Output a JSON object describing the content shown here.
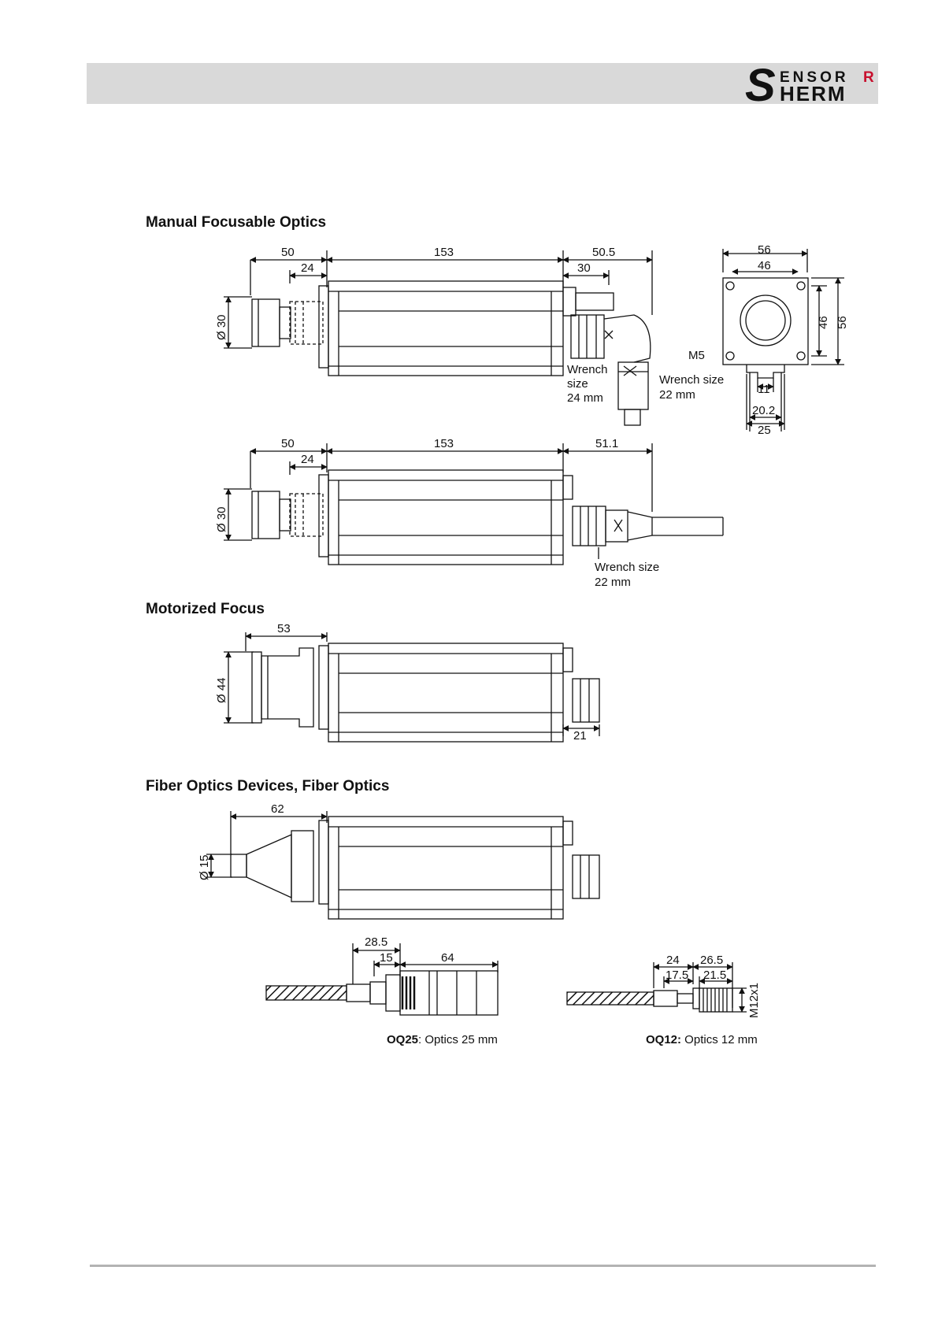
{
  "header": {
    "logo_top": "ENSOR",
    "logo_bottom": "HERM",
    "logo_initial": "S",
    "logo_accent": "R",
    "accent_color": "#c8102e"
  },
  "sections": [
    {
      "title": "Manual Focusable Optics"
    },
    {
      "title": "Motorized Focus"
    },
    {
      "title": "Fiber Optics Devices, Fiber Optics"
    }
  ],
  "drawings": {
    "manual_angled": {
      "dims": [
        "50",
        "153",
        "50.5",
        "24",
        "30",
        "Ø 30"
      ],
      "wrench_left": [
        "Wrench",
        "size",
        "24 mm"
      ],
      "wrench_right": [
        "Wrench size",
        "22 mm"
      ]
    },
    "front_view": {
      "dims": [
        "56",
        "46",
        "46",
        "56",
        "M5",
        "11",
        "20.2",
        "25"
      ]
    },
    "manual_straight": {
      "dims": [
        "50",
        "153",
        "51.1",
        "24",
        "Ø 30"
      ],
      "wrench": [
        "Wrench size",
        "22 mm"
      ]
    },
    "motorized": {
      "dims": [
        "53",
        "Ø 44",
        "21"
      ]
    },
    "fiber_device": {
      "dims": [
        "62",
        "Ø 15"
      ]
    },
    "oq25": {
      "dims": [
        "28.5",
        "15",
        "64"
      ],
      "caption_bold": "OQ25",
      "caption_rest": ": Optics 25 mm"
    },
    "oq12": {
      "dims": [
        "24",
        "26.5",
        "17.5",
        "21.5",
        "M12x1"
      ],
      "caption_bold": "OQ12:",
      "caption_rest": " Optics 12 mm"
    }
  }
}
